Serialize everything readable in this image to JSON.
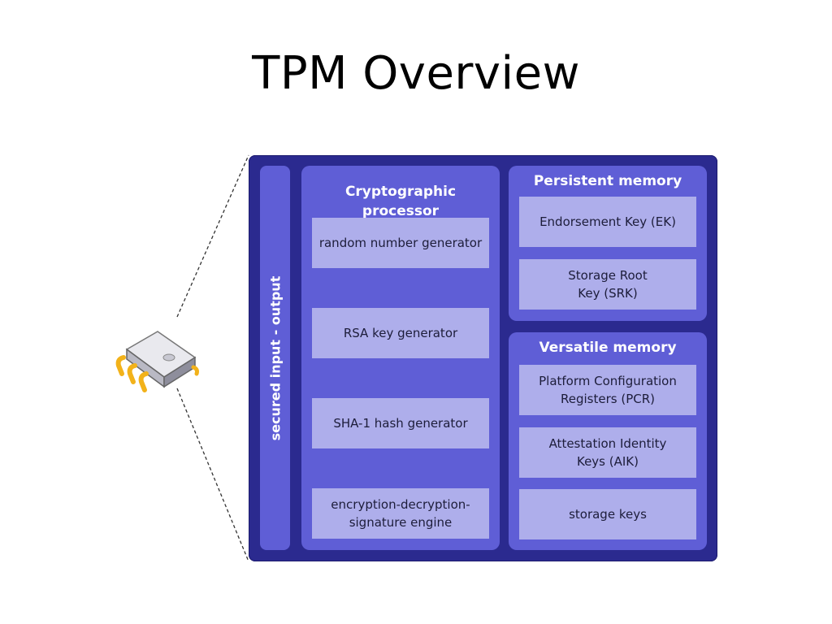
{
  "title": "TPM Overview",
  "diagram": {
    "io_label": "secured input - output",
    "crypto": {
      "title": "Cryptographic processor",
      "items": [
        "random number generator",
        "RSA key generator",
        "SHA-1 hash generator",
        "encryption-decryption-signature engine"
      ]
    },
    "persistent": {
      "title": "Persistent memory",
      "items": [
        "Endorsement Key (EK)",
        "Storage Root Key (SRK)"
      ]
    },
    "versatile": {
      "title": "Versatile memory",
      "items": [
        "Platform Configuration Registers (PCR)",
        "Attestation Identity Keys (AIK)",
        "storage keys"
      ]
    },
    "chip_icon": "microchip-icon",
    "colors": {
      "outer": "#2b2a8f",
      "panel": "#5f5ed6",
      "cell": "#aeaeeb",
      "chip_pins": "#f2b21a"
    }
  }
}
